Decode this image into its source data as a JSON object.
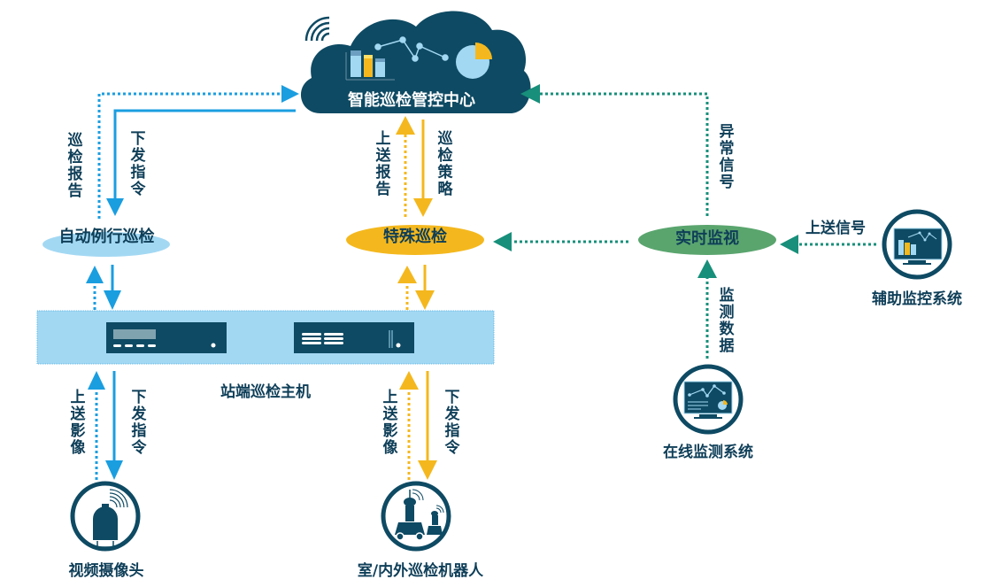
{
  "colors": {
    "navy": "#0e4a63",
    "blue": "#1a9ee0",
    "light_blue": "#a3d8f3",
    "yellow": "#f4b81e",
    "teal": "#178f7a",
    "green": "#5aa56e",
    "text": "#0e3e58"
  },
  "cloud": {
    "title": "智能巡检管控中心",
    "icons": [
      "wifi-icon",
      "bar-chart-icon",
      "line-chart-icon",
      "pie-chart-icon"
    ]
  },
  "nodes": {
    "routine": "自动例行巡检",
    "special": "特殊巡检",
    "realtime": "实时监视",
    "host": "站端巡检主机",
    "camera": "视频摄像头",
    "robot": "室/内外巡检机器人",
    "online": "在线监测系统",
    "aux": "辅助监控系统"
  },
  "edges": {
    "routine_report": "巡检报告",
    "routine_command": "下发指令",
    "special_report": "上送报告",
    "special_strategy": "巡检策略",
    "abnormal_signal": "异常信号",
    "upload_signal": "上送信号",
    "monitor_data": "监测数据",
    "camera_upload": "上送影像",
    "camera_command": "下发指令",
    "robot_upload": "上送影像",
    "robot_command": "下发指令"
  }
}
